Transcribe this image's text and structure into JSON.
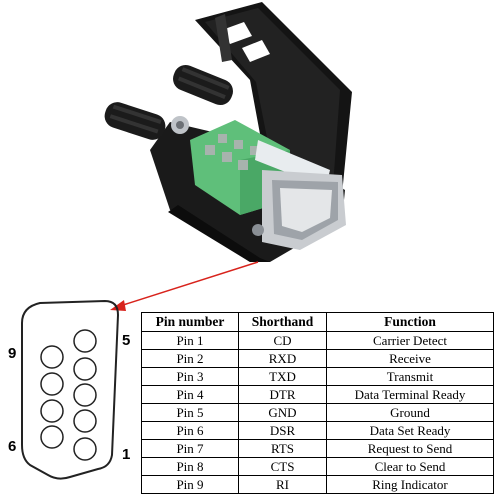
{
  "pin_labels": {
    "top_left": "9",
    "top_right": "5",
    "bottom_left": "6",
    "bottom_right": "1"
  },
  "table": {
    "headers": [
      "Pin number",
      "Shorthand",
      "Function"
    ],
    "rows": [
      [
        "Pin 1",
        "CD",
        "Carrier Detect"
      ],
      [
        "Pin 2",
        "RXD",
        "Receive"
      ],
      [
        "Pin 3",
        "TXD",
        "Transmit"
      ],
      [
        "Pin 4",
        "DTR",
        "Data Terminal Ready"
      ],
      [
        "Pin 5",
        "GND",
        "Ground"
      ],
      [
        "Pin 6",
        "DSR",
        "Data Set Ready"
      ],
      [
        "Pin 7",
        "RTS",
        "Request to Send"
      ],
      [
        "Pin 8",
        "CTS",
        "Clear to Send"
      ],
      [
        "Pin 9",
        "RI",
        "Ring Indicator"
      ]
    ]
  },
  "colors": {
    "arrow": "#d8231c",
    "housing": "#1a1a1a",
    "terminal": "#5fbf7a",
    "metal": "#c9ccd0"
  }
}
